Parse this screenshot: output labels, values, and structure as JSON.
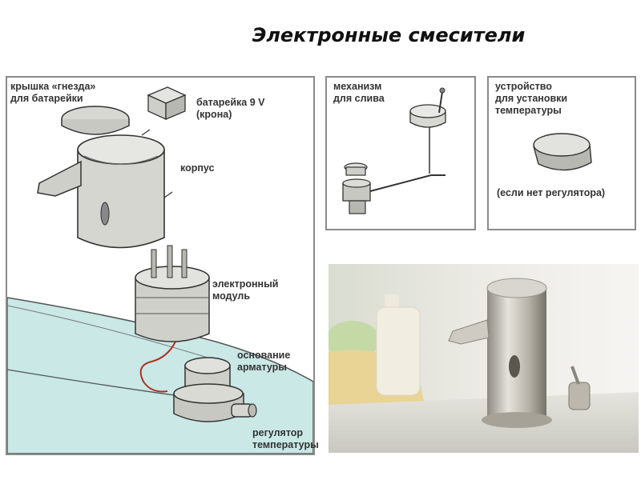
{
  "title": "Электронные смесители",
  "main_diagram": {
    "labels": {
      "cap": [
        "крышка «гнезда»",
        "для батарейки"
      ],
      "battery": [
        "батарейка 9 V",
        "(крона)"
      ],
      "body": "корпус",
      "module": [
        "электронный",
        "модуль"
      ],
      "base": [
        "основание",
        "арматуры"
      ],
      "regulator": [
        "регулятор",
        "температуры"
      ]
    }
  },
  "drain_diagram": {
    "label": [
      "механизм",
      "для слива"
    ]
  },
  "temp_diagram": {
    "label": [
      "устройство",
      "для установки",
      "температуры"
    ],
    "note": "(если нет регулятора)"
  },
  "colors": {
    "panel_border": "#8a8a8a",
    "water": "#c9e8e6",
    "metal": "#b8b8b2",
    "metal_dark": "#6e6e6a",
    "wire": "#b03020"
  }
}
